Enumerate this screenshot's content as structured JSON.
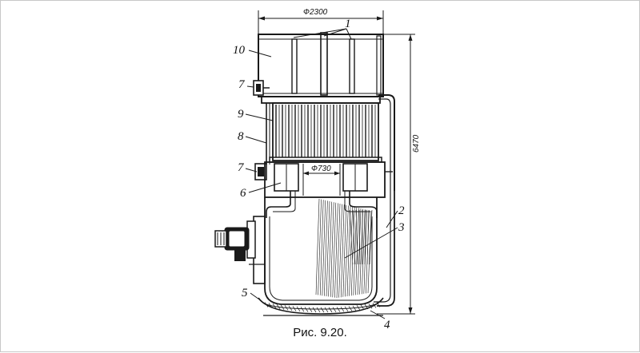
{
  "caption": "Рис. 9.20.",
  "dimensions": {
    "top_diameter": "Ф2300",
    "inner_diameter": "Ф730",
    "height": "6470"
  },
  "callouts": [
    {
      "id": "callout-1",
      "text": "1"
    },
    {
      "id": "callout-2",
      "text": "2"
    },
    {
      "id": "callout-3",
      "text": "3"
    },
    {
      "id": "callout-4",
      "text": "4"
    },
    {
      "id": "callout-5",
      "text": "5"
    },
    {
      "id": "callout-6",
      "text": "6"
    },
    {
      "id": "callout-7-top",
      "text": "7"
    },
    {
      "id": "callout-7-bottom",
      "text": "7"
    },
    {
      "id": "callout-8",
      "text": "8"
    },
    {
      "id": "callout-9",
      "text": "9"
    },
    {
      "id": "callout-10",
      "text": "10"
    }
  ]
}
